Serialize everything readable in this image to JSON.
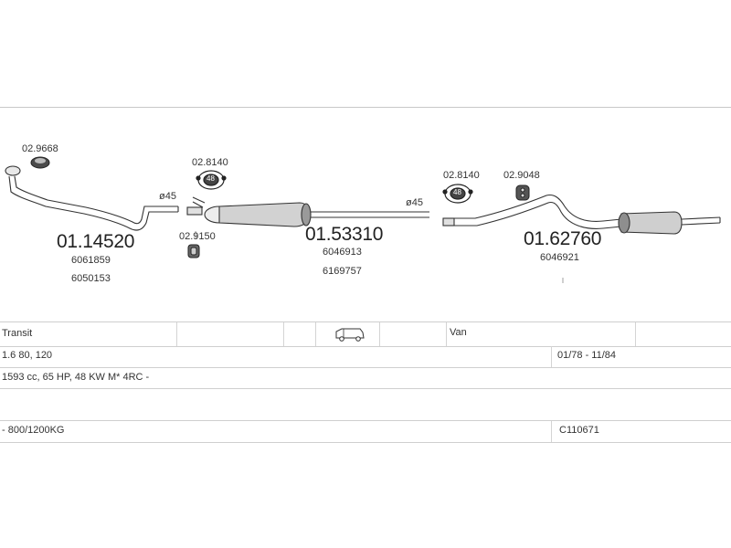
{
  "parts": {
    "front_pipe": {
      "number": "01.14520",
      "oe1": "6061859",
      "oe2": "6050153"
    },
    "gasket_front": {
      "number": "02.9668"
    },
    "middle_silencer": {
      "number": "01.53310",
      "oe1": "6046913",
      "oe2": "6169757"
    },
    "clamp_1": {
      "number": "02.8140"
    },
    "mount_1": {
      "number": "02.9150"
    },
    "clamp_2": {
      "number": "02.8140"
    },
    "rubber_mount": {
      "number": "02.9048"
    },
    "rear_silencer": {
      "number": "01.62760",
      "oe1": "6046921"
    },
    "diameter_1": "ø45",
    "diameter_2": "ø45",
    "clamp_badge": "48",
    "mount_badge": "48"
  },
  "vehicle": {
    "model": "Transit",
    "body_type": "Van",
    "body_icon": "van-icon",
    "engine": "1.6 80, 120",
    "years": "01/78 - 11/84",
    "spec": "1593 cc, 65 HP, 48 KW M* 4RC -",
    "payload": "- 800/1200KG",
    "catalog_number": "C110671"
  }
}
